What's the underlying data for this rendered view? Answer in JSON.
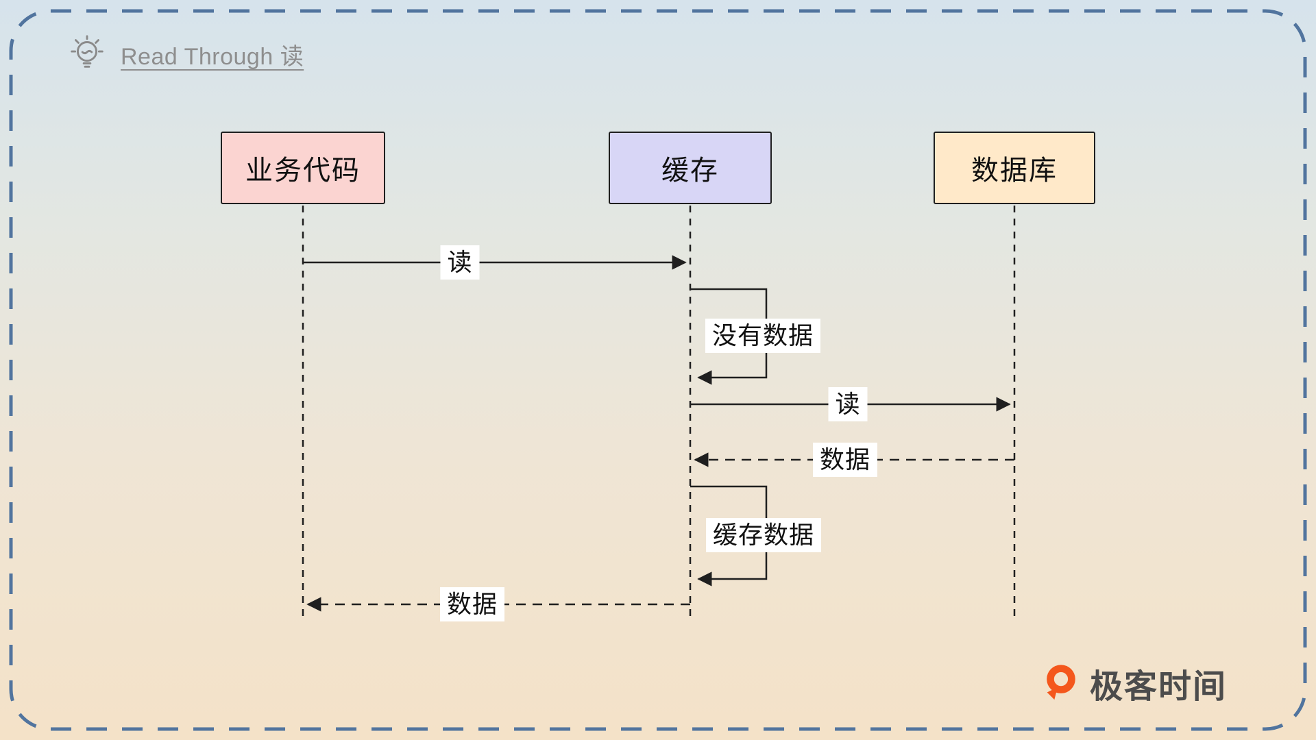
{
  "title": {
    "text": "Read Through 读"
  },
  "actors": [
    {
      "id": "business-code",
      "label": "业务代码",
      "fill": "#fbd4d1"
    },
    {
      "id": "cache",
      "label": "缓存",
      "fill": "#d8d6f6"
    },
    {
      "id": "database",
      "label": "数据库",
      "fill": "#ffe9c9"
    }
  ],
  "messages": [
    {
      "label": "读",
      "from": "业务代码",
      "to": "缓存",
      "line": "solid"
    },
    {
      "label": "没有数据",
      "from": "缓存",
      "to": "缓存",
      "line": "self"
    },
    {
      "label": "读",
      "from": "缓存",
      "to": "数据库",
      "line": "solid"
    },
    {
      "label": "数据",
      "from": "数据库",
      "to": "缓存",
      "line": "dashed"
    },
    {
      "label": "缓存数据",
      "from": "缓存",
      "to": "缓存",
      "line": "self"
    },
    {
      "label": "数据",
      "from": "缓存",
      "to": "业务代码",
      "line": "dashed"
    }
  ],
  "branding": {
    "logo_text": "极客时间",
    "logo_color": "#f4571c"
  },
  "colors": {
    "border": "#51749e",
    "background_top": "#d6e3ec",
    "background_bottom": "#f4e2c8",
    "line": "#1f1f1f",
    "title_text": "#8e8e8e"
  }
}
